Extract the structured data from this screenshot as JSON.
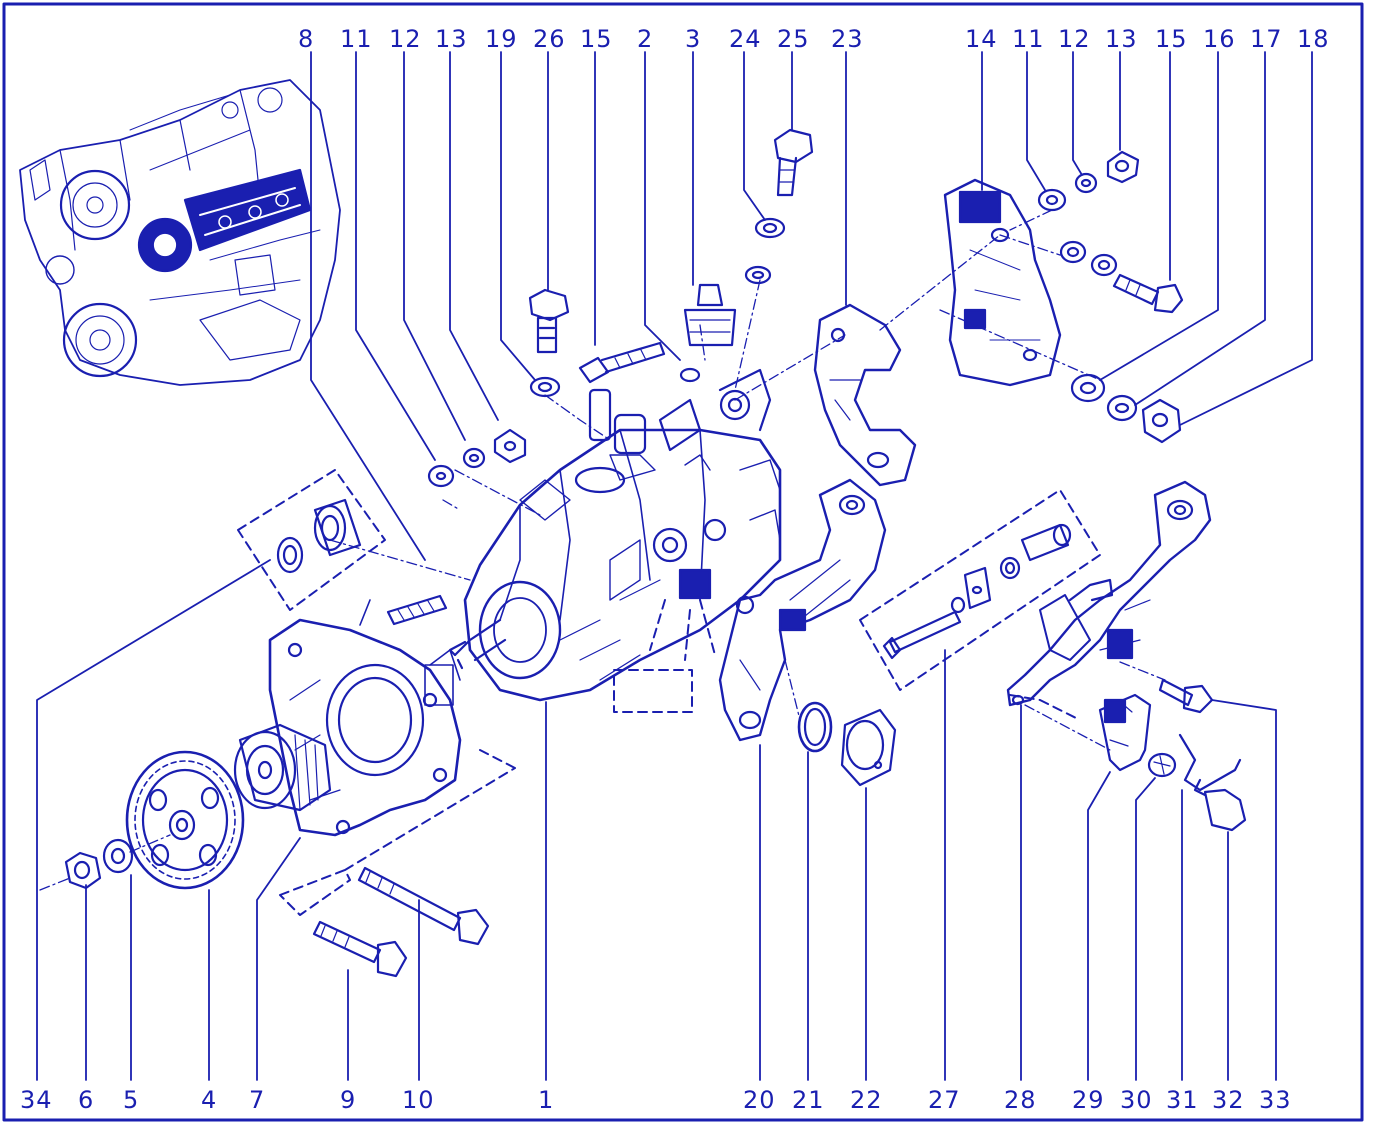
{
  "diagram": {
    "line_color": "#1a1fb0",
    "top_labels_left": [
      {
        "id": "8",
        "text": "8"
      },
      {
        "id": "11",
        "text": "11"
      },
      {
        "id": "12",
        "text": "12"
      },
      {
        "id": "13",
        "text": "13"
      },
      {
        "id": "19",
        "text": "19"
      },
      {
        "id": "26",
        "text": "26"
      },
      {
        "id": "15",
        "text": "15"
      },
      {
        "id": "2",
        "text": "2"
      },
      {
        "id": "3",
        "text": "3"
      },
      {
        "id": "24",
        "text": "24"
      },
      {
        "id": "25",
        "text": "25"
      },
      {
        "id": "23",
        "text": "23"
      }
    ],
    "top_labels_right": [
      {
        "id": "14",
        "text": "14"
      },
      {
        "id": "11b",
        "text": "11"
      },
      {
        "id": "12b",
        "text": "12"
      },
      {
        "id": "13b",
        "text": "13"
      },
      {
        "id": "15b",
        "text": "15"
      },
      {
        "id": "16",
        "text": "16"
      },
      {
        "id": "17",
        "text": "17"
      },
      {
        "id": "18",
        "text": "18"
      }
    ],
    "bottom_labels": [
      {
        "id": "34",
        "text": "34"
      },
      {
        "id": "6",
        "text": "6"
      },
      {
        "id": "5",
        "text": "5"
      },
      {
        "id": "4",
        "text": "4"
      },
      {
        "id": "7",
        "text": "7"
      },
      {
        "id": "9",
        "text": "9"
      },
      {
        "id": "10",
        "text": "10"
      },
      {
        "id": "1",
        "text": "1"
      },
      {
        "id": "20",
        "text": "20"
      },
      {
        "id": "21",
        "text": "21"
      },
      {
        "id": "22",
        "text": "22"
      },
      {
        "id": "27",
        "text": "27"
      },
      {
        "id": "28",
        "text": "28"
      },
      {
        "id": "29",
        "text": "29"
      },
      {
        "id": "30",
        "text": "30"
      },
      {
        "id": "31",
        "text": "31"
      },
      {
        "id": "32",
        "text": "32"
      },
      {
        "id": "33",
        "text": "33"
      }
    ]
  }
}
